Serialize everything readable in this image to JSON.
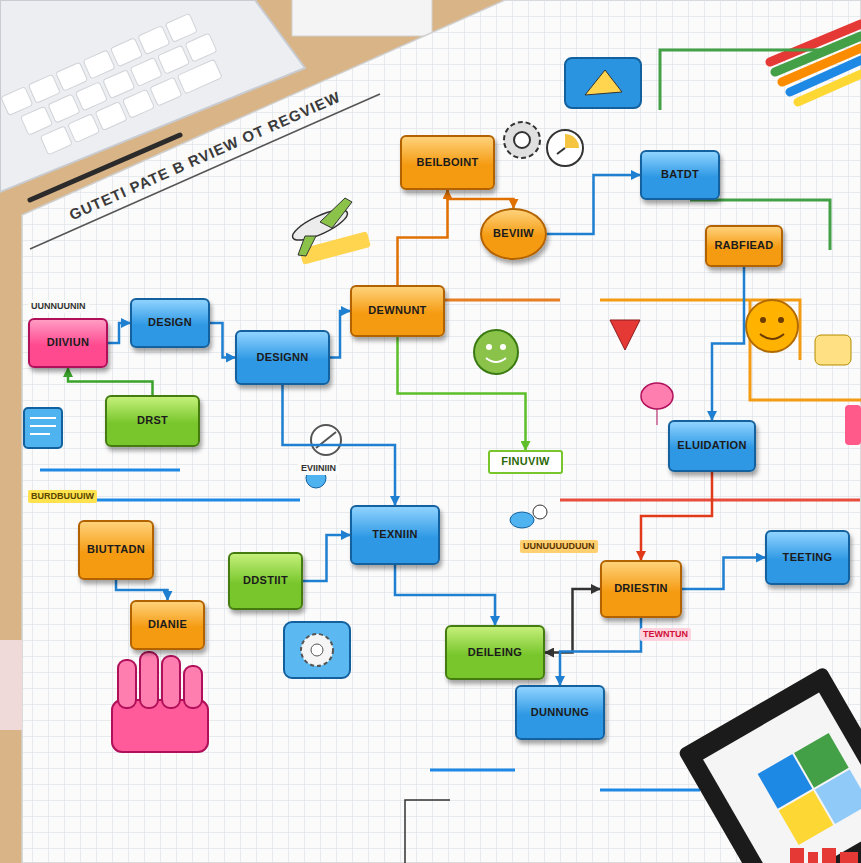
{
  "diagram": {
    "title": "GUTETI PATE B RVIEW OT REGVIEW",
    "nodes": [
      {
        "text": [
          "BEILBOINT"
        ]
      },
      {
        "text": [
          "BATDT"
        ]
      },
      {
        "text": [
          "BEVIIW"
        ]
      },
      {
        "text": [
          "RABFIEAD"
        ]
      },
      {
        "text": [
          "DESIGN"
        ]
      },
      {
        "text": [
          "DEWNUNT"
        ]
      },
      {
        "text": [
          "DIIVIUN"
        ]
      },
      {
        "text": [
          "DESIGNN"
        ]
      },
      {
        "text": [
          "DRST"
        ]
      },
      {
        "text": [
          "ELUIDATION"
        ]
      },
      {
        "text": [
          "FINUVIW"
        ]
      },
      {
        "text": [
          "TEXNIIN"
        ]
      },
      {
        "text": [
          "BIUTTADN"
        ]
      },
      {
        "text": [
          "TEETING"
        ]
      },
      {
        "text": [
          "DDSTIIT"
        ]
      },
      {
        "text": [
          "DRIESTIN"
        ]
      },
      {
        "text": [
          "DIANIE"
        ]
      },
      {
        "text": [
          "DEILEING"
        ]
      },
      {
        "text": [
          "DUNNUNG"
        ]
      }
    ],
    "edges": [
      {
        "from": 6,
        "to": 4,
        "arrow": "to"
      },
      {
        "from": 8,
        "to": 6,
        "arrow": "to"
      },
      {
        "from": 4,
        "to": 7,
        "arrow": "to"
      },
      {
        "from": 7,
        "to": 5,
        "arrow": "to"
      },
      {
        "from": 5,
        "to": 0,
        "arrow": "to"
      },
      {
        "from": 0,
        "to": 2,
        "arrow": "to"
      },
      {
        "from": 2,
        "to": 1,
        "arrow": "to"
      },
      {
        "from": 5,
        "to": 10,
        "arrow": "to"
      },
      {
        "from": 7,
        "to": 11,
        "arrow": "to"
      },
      {
        "from": 14,
        "to": 11,
        "arrow": "to"
      },
      {
        "from": 12,
        "to": 16,
        "arrow": "to"
      },
      {
        "from": 11,
        "to": 17,
        "arrow": "to"
      },
      {
        "from": 17,
        "to": 15,
        "arrow": "both"
      },
      {
        "from": 15,
        "to": 13,
        "arrow": "to"
      },
      {
        "from": 9,
        "to": 15,
        "arrow": "to"
      },
      {
        "from": 15,
        "to": 18,
        "arrow": "to"
      },
      {
        "from": 3,
        "to": 9,
        "arrow": "to"
      }
    ],
    "labels": [
      "UUNNUUNIN",
      "BURDBUUUIW",
      "EVIINIIN",
      "UUNUUUUDUUN",
      "TEWNTUN"
    ]
  }
}
